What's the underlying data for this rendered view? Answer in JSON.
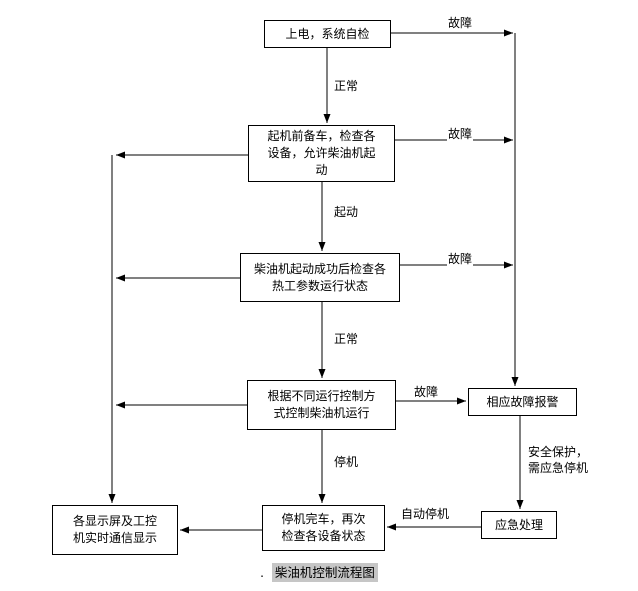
{
  "diagram": {
    "title": "柴油机控制流程图",
    "title_prefix": ".",
    "nodes": {
      "power_on": "上电，系统自检",
      "prepare": "起机前备车，检查各\n设备，允许柴油机起\n动",
      "start_check": "柴油机起动成功后检查各\n热工参数运行状态",
      "run_control": "根据不同运行控制方\n式控制柴油机运行",
      "stop_check": "停机完车，再次\n检查各设备状态",
      "fault_alarm": "相应故障报警",
      "emergency": "应急处理",
      "display": "各显示屏及工控\n机实时通信显示"
    },
    "edges": {
      "normal_1": "正常",
      "start": "起动",
      "normal_2": "正常",
      "stop": "停机",
      "fault_1": "故障",
      "fault_2": "故障",
      "fault_3": "故障",
      "fault_4": "故障",
      "safety": "安全保护，\n需应急停机",
      "auto_stop": "自动停机"
    }
  }
}
